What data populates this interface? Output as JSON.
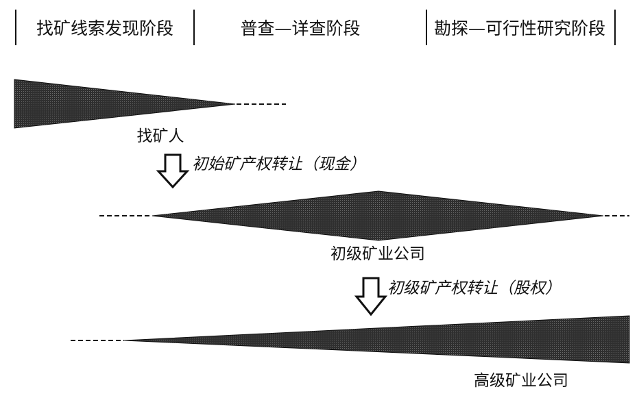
{
  "stages": [
    {
      "label": "找矿线索发现阶段"
    },
    {
      "label": "普查—详查阶段"
    },
    {
      "label": "勘探—可行性研究阶段"
    }
  ],
  "entities": {
    "prospector": "找矿人",
    "junior": "初级矿业公司",
    "senior": "高级矿业公司"
  },
  "transfers": {
    "initial": "初始矿产权转让（现金）",
    "junior": "初级矿产权转让（股权）"
  },
  "colors": {
    "shape_fill": "#3a3a3a",
    "line": "#111111"
  }
}
